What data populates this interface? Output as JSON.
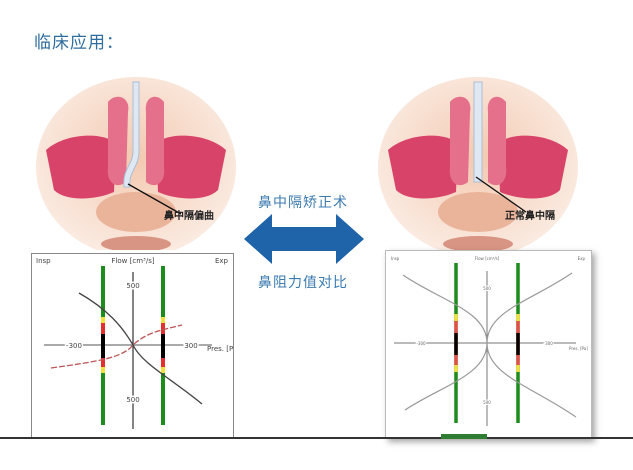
{
  "slide": {
    "title": "临床应用：",
    "left_image_caption": "鼻中隔偏曲",
    "right_image_caption": "正常鼻中隔",
    "procedure_label": "鼻中隔矫正术",
    "comparison_label": "鼻阻力值对比",
    "arrow_color": "#1f64a8",
    "title_color": "#2f6d9e"
  },
  "charts": {
    "left": {
      "insp_label": "Insp",
      "flow_label": "Flow [cm³/s]",
      "exp_label": "Exp",
      "pres_label": "Pres. [Pa",
      "flow_top_tick": "500",
      "flow_bottom_tick": "500",
      "pres_left_tick": "-300",
      "pres_right_tick": "300"
    },
    "right": {
      "insp_label": "Insp",
      "flow_label": "Flow [cm³/s]",
      "exp_label": "Exp",
      "pres_label": "Pres. [Pa]",
      "flow_top_tick": "500",
      "flow_bottom_tick": "500",
      "pres_left_tick": "-300",
      "pres_right_tick": "300"
    }
  }
}
